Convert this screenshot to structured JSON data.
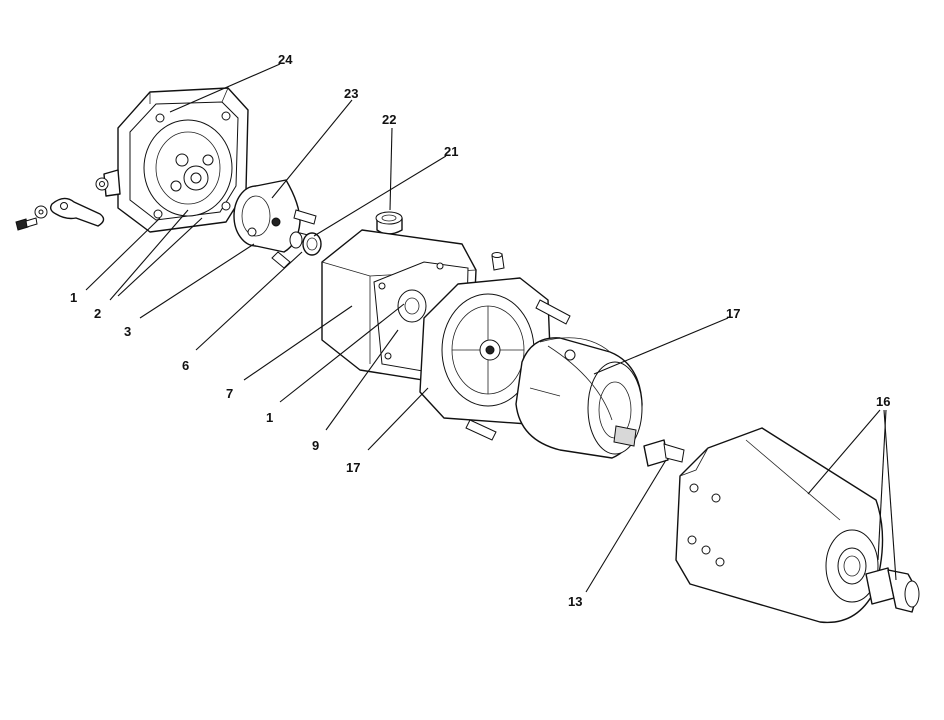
{
  "callouts": [
    {
      "id": "c1a",
      "text": "1"
    },
    {
      "id": "c2",
      "text": "2"
    },
    {
      "id": "c3",
      "text": "3"
    },
    {
      "id": "c6",
      "text": "6"
    },
    {
      "id": "c7",
      "text": "7"
    },
    {
      "id": "c1b",
      "text": "1"
    },
    {
      "id": "c9",
      "text": "9"
    },
    {
      "id": "c17a",
      "text": "17"
    },
    {
      "id": "c17b",
      "text": "17"
    },
    {
      "id": "c13",
      "text": "13"
    },
    {
      "id": "c16",
      "text": "16"
    },
    {
      "id": "c21",
      "text": "21"
    },
    {
      "id": "c22",
      "text": "22"
    },
    {
      "id": "c23",
      "text": "23"
    },
    {
      "id": "c24",
      "text": "24"
    }
  ],
  "colors": {
    "line": "#111111",
    "fill": "#ffffff"
  }
}
